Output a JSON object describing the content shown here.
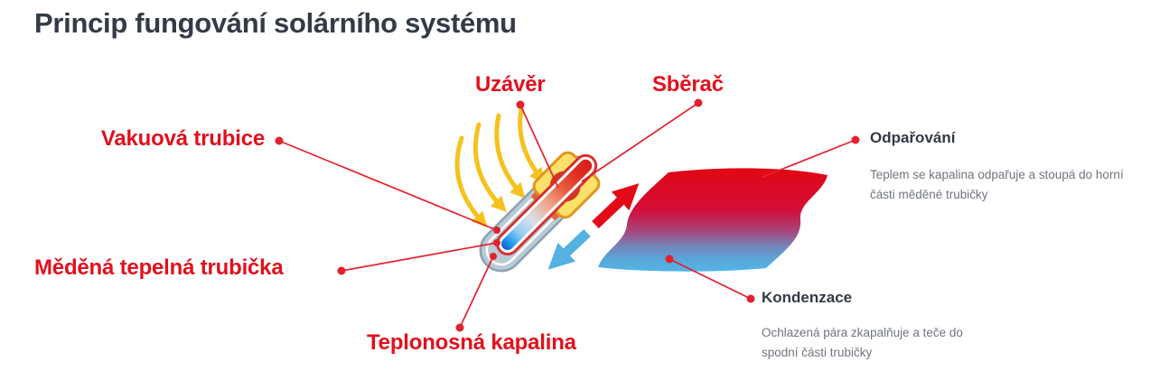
{
  "title": "Princip fungování solárního systému",
  "diagram": {
    "part_labels": {
      "uzaver": "Uzávěr",
      "sberac": "Sběrač",
      "vakuova_trubice": "Vakuová trubice",
      "medena_trubicka": "Měděná tepelná trubička",
      "teplonosna_kapalina": "Teplonosná kapalina"
    },
    "process_annotations": {
      "odparovani": {
        "title": "Odpařování",
        "description": "Teplem se kapalina odpařuje a stoupá do horní části měděné trubičky"
      },
      "kondenzace": {
        "title": "Kondenzace",
        "description": "Ochlazená pára zkapalňuje a teče do spodní části trubičky"
      }
    }
  },
  "colors": {
    "title_text": "#343b47",
    "label_red": "#e2101d",
    "leader_line_red": "#e4202e",
    "sun_ray_yellow": "#f5c21d",
    "cap_yellow": "#fbe169",
    "cap_outline_orange": "#e2951f",
    "cap_inner_circle": "#cc3b1d",
    "tube_glass_blue_gray": "#b9cbd6",
    "tube_glass_outline": "#8ba2af",
    "pipe_outline_red": "#d63330",
    "hot_arrow_red": "#e30b17",
    "cold_arrow_blue": "#55b1e2",
    "wave_top_red": "#e20613",
    "wave_bottom_blue": "#53b5e6",
    "description_gray": "#70757e"
  }
}
